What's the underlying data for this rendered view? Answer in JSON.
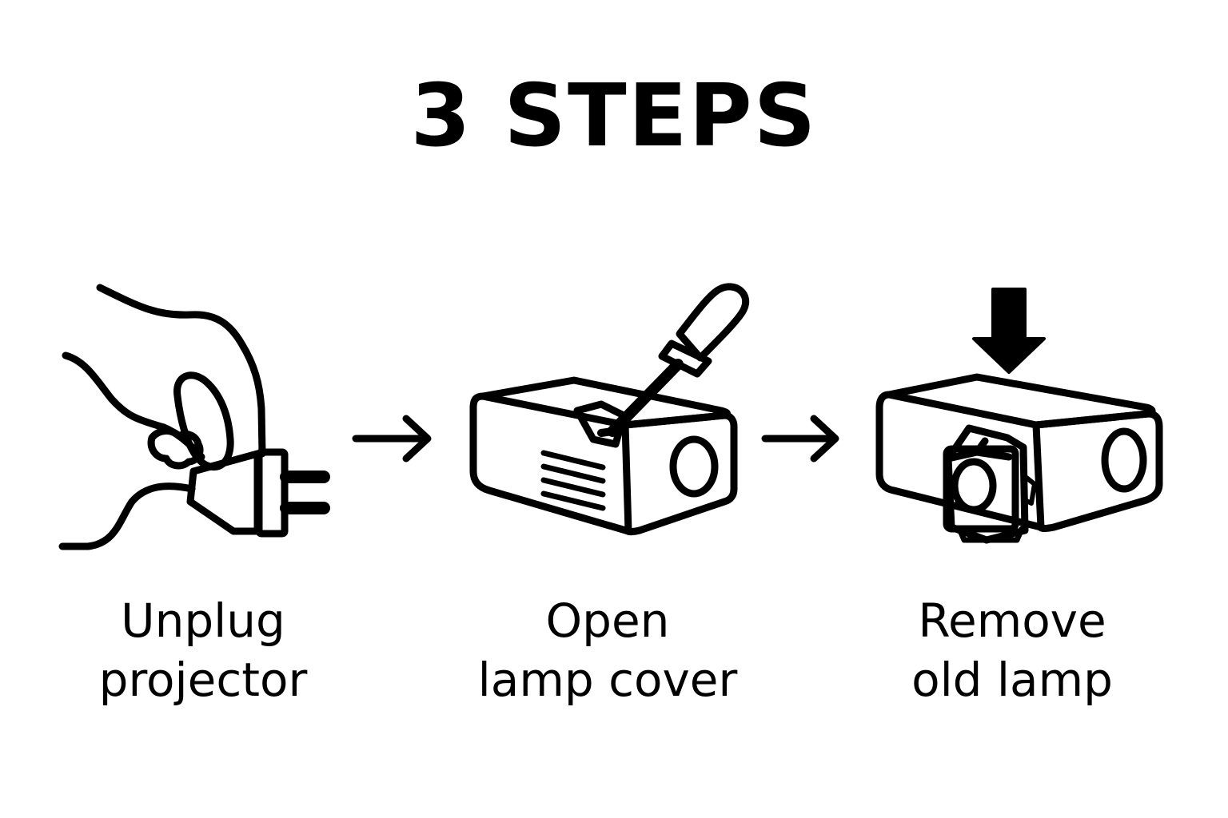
{
  "title": "3 STEPS",
  "steps": [
    {
      "line1": "Unplug",
      "line2": "projector",
      "icon": "hand-unplugging-plug-icon"
    },
    {
      "line1": "Open",
      "line2": "lamp cover",
      "icon": "projector-with-screwdriver-icon"
    },
    {
      "line1": "Remove",
      "line2": "old lamp",
      "icon": "projector-lamp-removal-icon"
    }
  ],
  "colors": {
    "ink": "#000000",
    "background": "#ffffff"
  }
}
